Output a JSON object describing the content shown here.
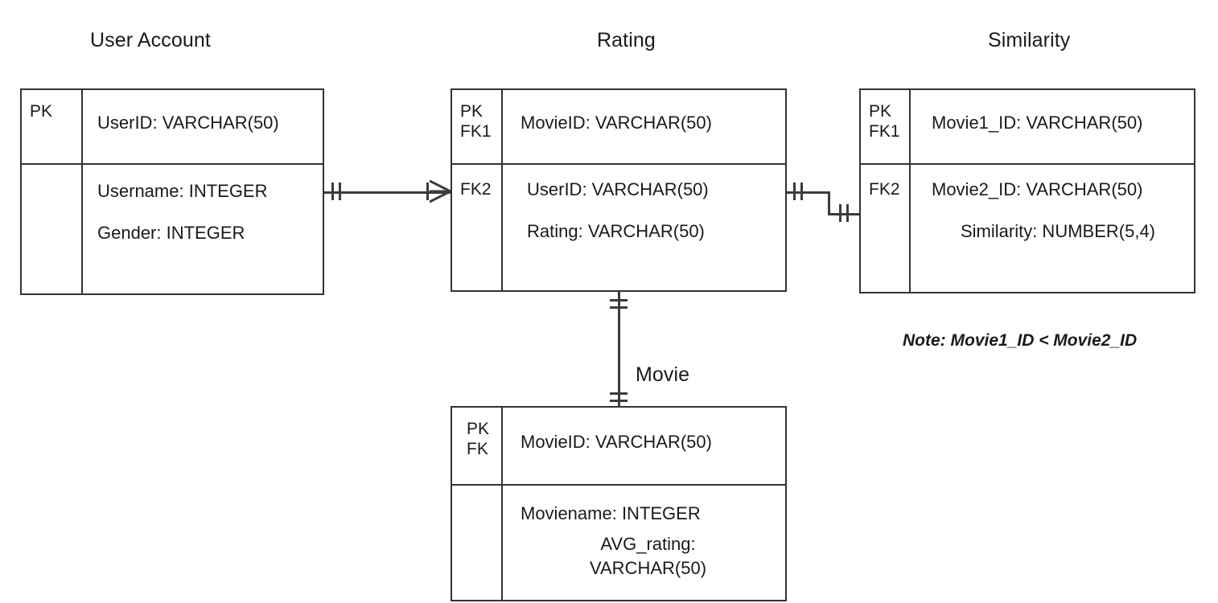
{
  "diagram": {
    "type": "entity-relationship-diagram",
    "notation": "crow's foot",
    "background_color": "#ffffff",
    "line_color": "#3b3b3b",
    "border_color": "#333333",
    "text_color": "#1a1a1a"
  },
  "entities": [
    {
      "id": "user_account",
      "title": "User Account",
      "header": {
        "keys": "PK",
        "field": "UserID: VARCHAR(50)"
      },
      "body": {
        "keys": "",
        "fields": [
          "Username: INTEGER",
          "Gender: INTEGER"
        ]
      }
    },
    {
      "id": "rating",
      "title": "Rating",
      "header": {
        "keys": "PK\nFK1",
        "field": "MovieID: VARCHAR(50)"
      },
      "body": {
        "keys": "FK2",
        "fields": [
          "UserID: VARCHAR(50)",
          "Rating: VARCHAR(50)"
        ]
      }
    },
    {
      "id": "similarity",
      "title": "Similarity",
      "header": {
        "keys": "PK\nFK1",
        "field": "Movie1_ID: VARCHAR(50)"
      },
      "body": {
        "keys": "FK2",
        "fields": [
          "Movie2_ID: VARCHAR(50)",
          "Similarity: NUMBER(5,4)"
        ]
      }
    },
    {
      "id": "movie",
      "title": "Movie",
      "header": {
        "keys": "PK\nFK",
        "field": "MovieID: VARCHAR(50)"
      },
      "body": {
        "keys": "",
        "fields": [
          "Moviename: INTEGER",
          "AVG_rating:",
          "VARCHAR(50)"
        ]
      }
    }
  ],
  "relationships": [
    {
      "id": "user-account-to-rating",
      "from": "User Account",
      "to": "Rating",
      "from_cardinality": "one-and-only-one",
      "to_cardinality": "one-or-many"
    },
    {
      "id": "rating-to-similarity",
      "from": "Rating",
      "to": "Similarity",
      "from_cardinality": "one-and-only-one",
      "to_cardinality": "one-and-only-one"
    },
    {
      "id": "rating-to-movie",
      "from": "Rating",
      "to": "Movie",
      "from_cardinality": "one-and-only-one",
      "to_cardinality": "one-and-only-one"
    }
  ],
  "annotations": {
    "similarity_note": "Note: Movie1_ID < Movie2_ID"
  }
}
